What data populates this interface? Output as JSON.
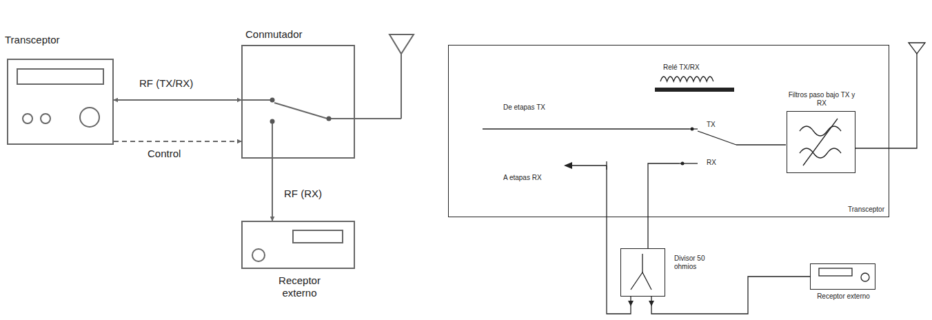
{
  "diagram": {
    "nodes": [
      {
        "text": [
          "Transceptor"
        ]
      },
      {
        "text": [
          "Conmutador"
        ]
      },
      {
        "text": [
          "Receptor externo"
        ]
      },
      {
        "text": [
          "Transceptor"
        ]
      },
      {
        "text": [
          "Filtros paso bajo TX y RX"
        ],
        "in": 3
      },
      {
        "text": [
          "Divisor 50 ohmios"
        ]
      },
      {
        "text": [
          "Receptor externo"
        ]
      }
    ],
    "edges": [
      {
        "from": 0,
        "to": 1,
        "label": "RF (TX/RX)",
        "arrow": "both"
      },
      {
        "from": 0,
        "to": 1,
        "label": "Control",
        "arrow": "to"
      },
      {
        "from": 1,
        "to": 2,
        "label": "RF (RX)",
        "arrow": "to"
      },
      {
        "from": 5,
        "to": 6,
        "arrow": "none"
      }
    ],
    "labels": [
      "Relé TX/RX",
      "De etapas TX",
      "A etapas RX",
      "TX",
      "RX"
    ]
  }
}
